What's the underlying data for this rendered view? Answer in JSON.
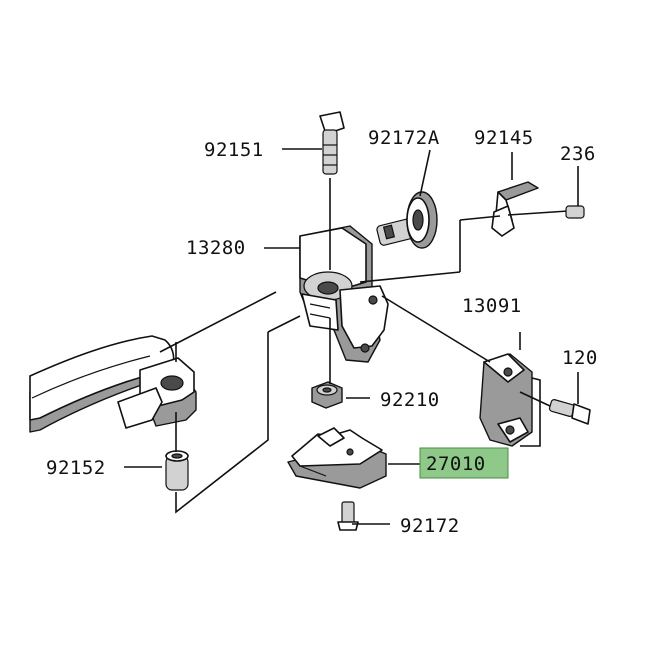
{
  "diagram": {
    "highlight_color": "#8fc98a",
    "parts": [
      {
        "id": "92151",
        "label": "92151"
      },
      {
        "id": "92172A",
        "label": "92172A"
      },
      {
        "id": "92145",
        "label": "92145"
      },
      {
        "id": "236",
        "label": "236"
      },
      {
        "id": "13280",
        "label": "13280"
      },
      {
        "id": "13091",
        "label": "13091"
      },
      {
        "id": "120",
        "label": "120"
      },
      {
        "id": "92210",
        "label": "92210"
      },
      {
        "id": "27010",
        "label": "27010",
        "highlighted": true
      },
      {
        "id": "92152",
        "label": "92152"
      },
      {
        "id": "92172",
        "label": "92172"
      }
    ]
  }
}
